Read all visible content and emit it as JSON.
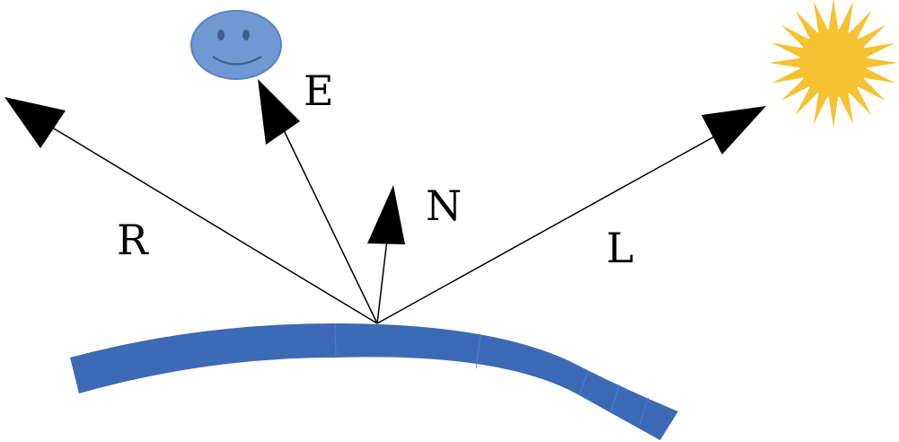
{
  "labels": {
    "reflection": "R",
    "eye": "E",
    "normal": "N",
    "light": "L"
  },
  "icons": {
    "viewer": "smiley-face-icon",
    "light_source": "sun-icon"
  },
  "colors": {
    "surface": "#3d6ab5",
    "face_fill": "#7099d3",
    "face_stroke": "#5b82bd",
    "face_features": "#3d5f94",
    "sun": "#f5c233",
    "vectors": "#000000",
    "background": "#ffffff"
  }
}
